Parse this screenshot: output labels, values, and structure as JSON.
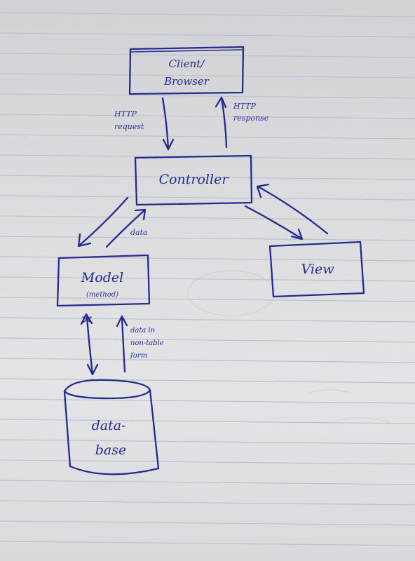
{
  "nodes": {
    "client": {
      "line1": "Client/",
      "line2": "Browser"
    },
    "controller": {
      "label": "Controller"
    },
    "model": {
      "label": "Model",
      "sub": "(method)"
    },
    "view": {
      "label": "View"
    },
    "database": {
      "line1": "data-",
      "line2": "base"
    }
  },
  "edges": {
    "http_request": {
      "line1": "HTTP",
      "line2": "request"
    },
    "http_response": {
      "line1": "HTTP",
      "line2": "response"
    },
    "data": {
      "label": "data"
    },
    "data_non_table": {
      "line1": "data in",
      "line2": "non-table",
      "line3": "form"
    }
  },
  "colors": {
    "ink": "#262a8c",
    "paper": "#dcdcdf",
    "rule": "#b9c2cf"
  }
}
